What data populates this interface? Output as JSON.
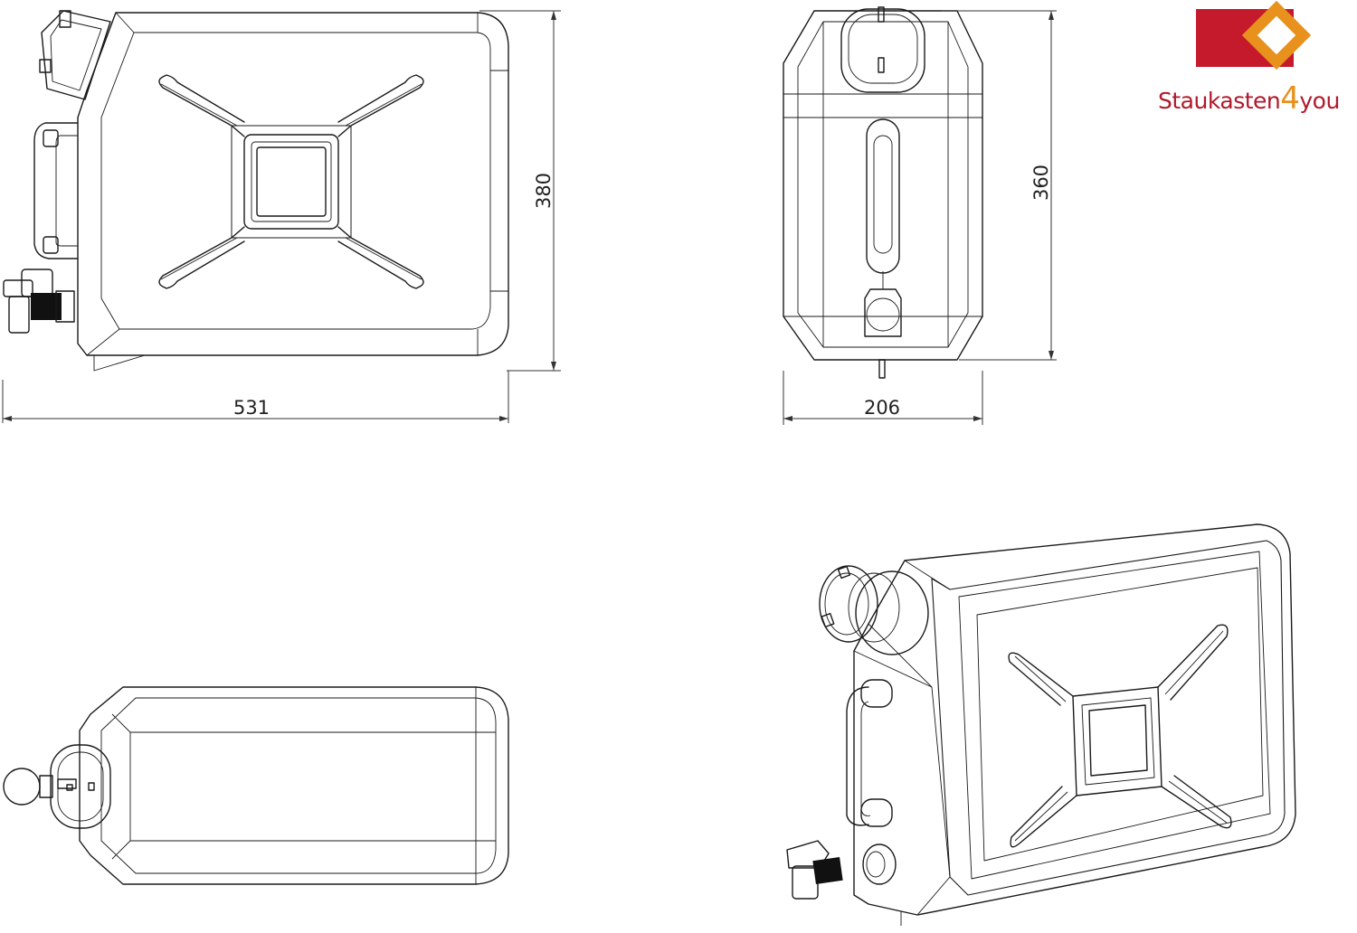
{
  "dimensions": {
    "length": "531",
    "height_side": "380",
    "height_front": "360",
    "width": "206"
  },
  "logo": {
    "text_before": "Staukasten",
    "text_digit": "4",
    "text_after": "you",
    "colors": {
      "red": "#c41a2c",
      "orange": "#e8911c"
    }
  },
  "views": [
    "side-view",
    "front-view",
    "top-view",
    "isometric-view"
  ]
}
